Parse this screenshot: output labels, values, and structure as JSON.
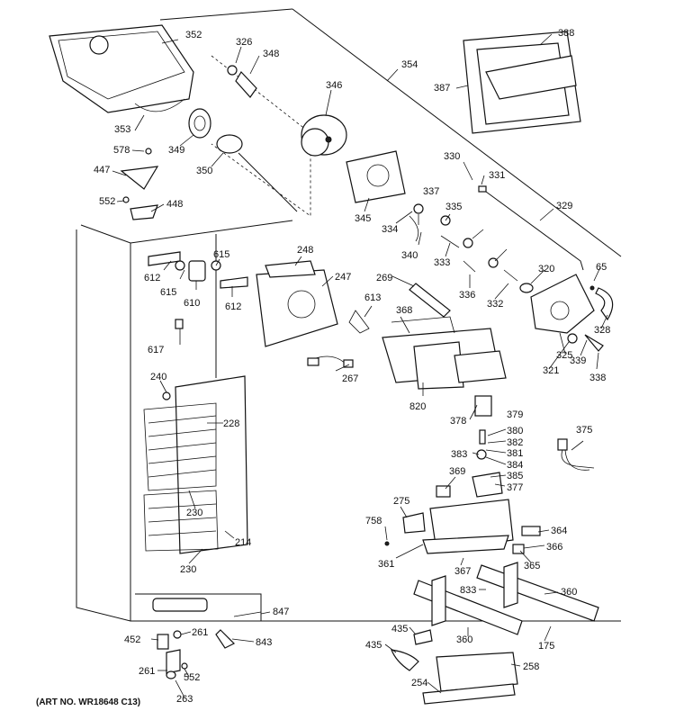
{
  "diagram": {
    "art_number": "(ART NO. WR18648 C13)",
    "callouts": [
      "352",
      "326",
      "348",
      "346",
      "354",
      "388",
      "387",
      "353",
      "349",
      "350",
      "578",
      "447",
      "552",
      "448",
      "330",
      "331",
      "329",
      "345",
      "337",
      "334",
      "335",
      "340",
      "333",
      "336",
      "332",
      "320",
      "65",
      "328",
      "325",
      "321",
      "339",
      "338",
      "248",
      "247",
      "269",
      "612",
      "615",
      "610",
      "612",
      "613",
      "368",
      "267",
      "617",
      "820",
      "240",
      "228",
      "230",
      "214",
      "230",
      "379",
      "378",
      "380",
      "382",
      "381",
      "383",
      "384",
      "385",
      "377",
      "369",
      "375",
      "275",
      "758",
      "364",
      "366",
      "361",
      "365",
      "367",
      "833",
      "360",
      "847",
      "452",
      "261",
      "843",
      "435",
      "435",
      "360",
      "175",
      "261",
      "552",
      "263",
      "258",
      "254",
      "615"
    ]
  }
}
